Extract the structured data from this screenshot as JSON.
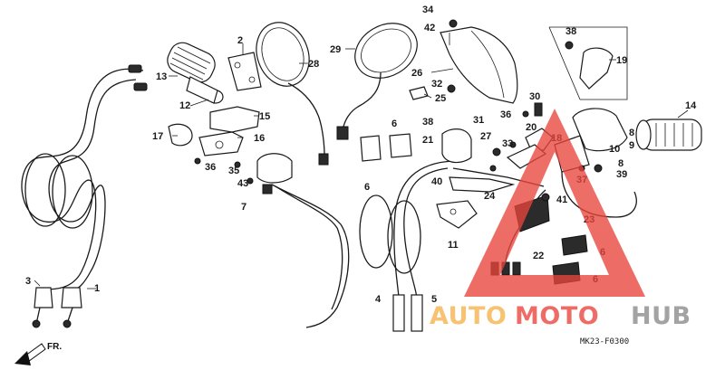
{
  "diagram": {
    "code": "MK23-F0300",
    "direction_label": "FR.",
    "labels": [
      "1",
      "2",
      "3",
      "4",
      "5",
      "6",
      "6",
      "6",
      "6",
      "7",
      "8",
      "8",
      "9",
      "10",
      "11",
      "12",
      "13",
      "14",
      "15",
      "16",
      "17",
      "18",
      "19",
      "20",
      "21",
      "22",
      "23",
      "24",
      "25",
      "26",
      "27",
      "28",
      "29",
      "30",
      "31",
      "32",
      "33",
      "34",
      "35",
      "36",
      "36",
      "37",
      "38",
      "38",
      "39",
      "40",
      "41",
      "42",
      "43"
    ]
  },
  "watermark": {
    "part1": "AUTO",
    "part2": "MOTO",
    "part3": "HUB",
    "colors": {
      "orange": "#f6b24a",
      "red": "#e8453c",
      "gray": "#8a8a8a",
      "triangle": "#e8453c"
    }
  }
}
